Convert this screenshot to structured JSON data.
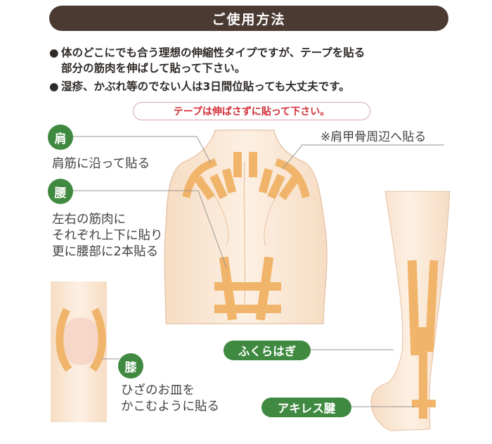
{
  "header": {
    "title": "ご使用方法"
  },
  "instructions": [
    {
      "bullet": "●",
      "lines": [
        "体のどこにでも合う理想の伸縮性タイプですが、テープを貼る",
        "部分の筋肉を伸ばして貼って下さい。"
      ]
    },
    {
      "bullet": "●",
      "lines": [
        "湿疹、かぶれ等のでない人は3日間位貼っても大丈夫です。"
      ]
    }
  ],
  "notice": "テープは伸ばさずに貼って下さい。",
  "shoulder_blade_note": "※肩甲骨周辺へ貼る",
  "areas": {
    "shoulder": {
      "label": "肩",
      "desc": [
        "肩筋に沿って貼る"
      ]
    },
    "waist": {
      "label": "腰",
      "desc": [
        "左右の筋肉に",
        "それぞれ上下に貼り",
        "更に腰部に2本貼る"
      ]
    },
    "knee": {
      "label": "膝",
      "desc": [
        "ひざのお皿を",
        "かこむように貼る"
      ]
    },
    "calf": {
      "label": "ふくらはぎ"
    },
    "achilles": {
      "label": "アキレス腱"
    }
  },
  "colors": {
    "header_bg": "#4b3a32",
    "label_green": "#3f8a40",
    "notice_red": "#d2303a",
    "skin": "#fbe9d7",
    "tape": "#f0b46a"
  }
}
